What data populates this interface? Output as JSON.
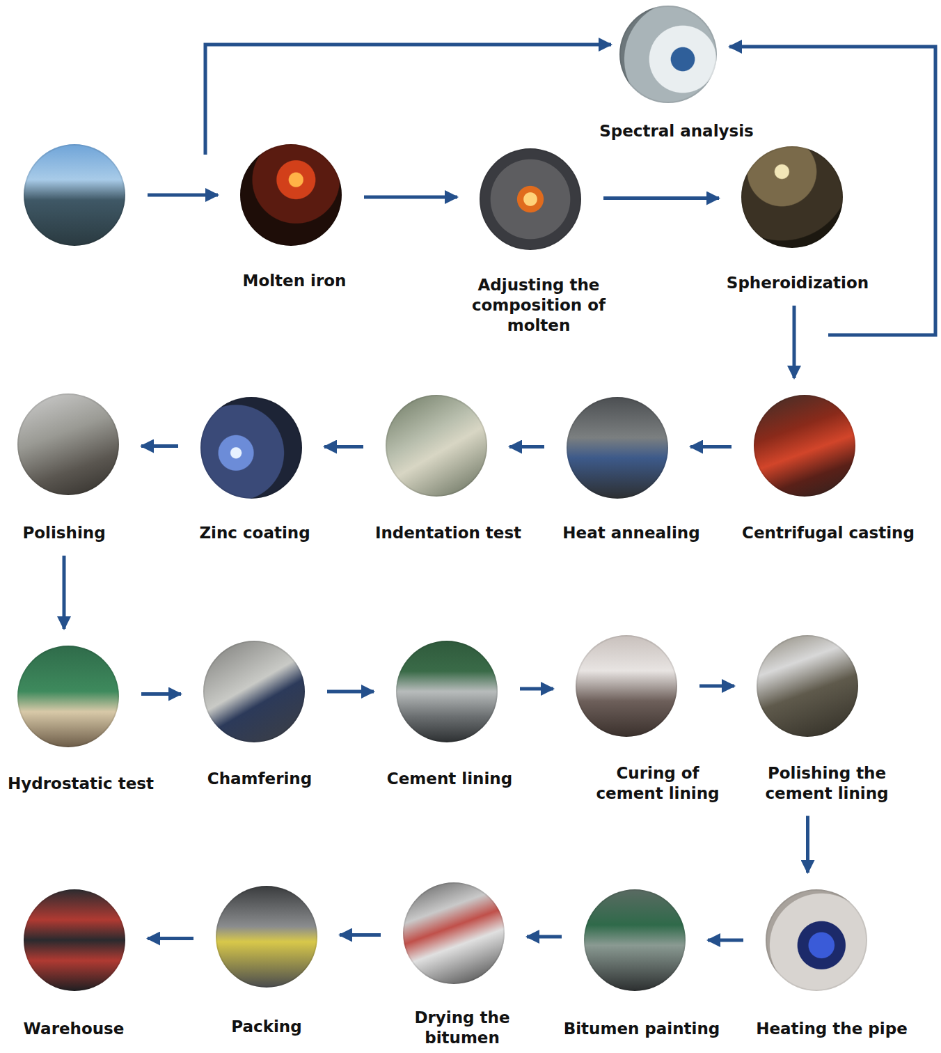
{
  "diagram": {
    "nodes": [
      {
        "text": [
          "Spectral analysis"
        ]
      },
      {
        "text": []
      },
      {
        "text": [
          "Molten iron"
        ]
      },
      {
        "text": [
          "Adjusting the composition of molten"
        ]
      },
      {
        "text": [
          "Spheroidization"
        ]
      },
      {
        "text": [
          "Centrifugal casting"
        ]
      },
      {
        "text": [
          "Heat annealing"
        ]
      },
      {
        "text": [
          "Indentation test"
        ]
      },
      {
        "text": [
          "Zinc coating"
        ]
      },
      {
        "text": [
          "Polishing"
        ]
      },
      {
        "text": [
          "Hydrostatic test"
        ]
      },
      {
        "text": [
          "Chamfering"
        ]
      },
      {
        "text": [
          "Cement lining"
        ]
      },
      {
        "text": [
          "Curing of cement lining"
        ]
      },
      {
        "text": [
          "Polishing the cement lining"
        ]
      },
      {
        "text": [
          "Heating the pipe"
        ]
      },
      {
        "text": [
          "Bitumen painting"
        ]
      },
      {
        "text": [
          "Drying the bitumen"
        ]
      },
      {
        "text": [
          "Packing"
        ]
      },
      {
        "text": [
          "Warehouse"
        ]
      }
    ],
    "edges": [
      {
        "from": 1,
        "to": 2,
        "arrow": "to"
      },
      {
        "from": 2,
        "to": 3,
        "arrow": "to"
      },
      {
        "from": 3,
        "to": 4,
        "arrow": "to"
      },
      {
        "from": 4,
        "to": 5,
        "arrow": "to"
      },
      {
        "from": 5,
        "to": 6,
        "arrow": "to"
      },
      {
        "from": 6,
        "to": 7,
        "arrow": "to"
      },
      {
        "from": 7,
        "to": 8,
        "arrow": "to"
      },
      {
        "from": 8,
        "to": 9,
        "arrow": "to"
      },
      {
        "from": 9,
        "to": 10,
        "arrow": "to"
      },
      {
        "from": 10,
        "to": 11,
        "arrow": "to"
      },
      {
        "from": 11,
        "to": 12,
        "arrow": "to"
      },
      {
        "from": 12,
        "to": 13,
        "arrow": "to"
      },
      {
        "from": 13,
        "to": 14,
        "arrow": "to"
      },
      {
        "from": 14,
        "to": 15,
        "arrow": "to"
      },
      {
        "from": 15,
        "to": 16,
        "arrow": "to"
      },
      {
        "from": 16,
        "to": 17,
        "arrow": "to"
      },
      {
        "from": 17,
        "to": 18,
        "arrow": "to"
      },
      {
        "from": 18,
        "to": 19,
        "arrow": "to"
      },
      {
        "from": 1,
        "to": 0,
        "arrow": "to"
      },
      {
        "from": 4,
        "to": 0,
        "arrow": "to"
      }
    ]
  }
}
